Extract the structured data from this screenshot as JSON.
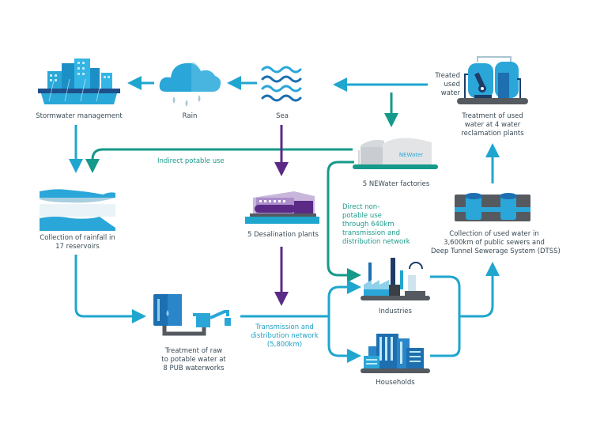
{
  "colors": {
    "blue_flow": "#1fa6cf",
    "teal_flow": "#15998a",
    "purple_flow": "#5b2a86",
    "dark_blue": "#1d5fa8",
    "grey_base": "#555a60"
  },
  "nodes": {
    "stormwater": {
      "label": "Stormwater management",
      "icon": "city-buildings-icon"
    },
    "rain": {
      "label": "Rain",
      "icon": "rain-cloud-icon"
    },
    "sea": {
      "label": "Sea",
      "icon": "sea-waves-icon"
    },
    "reclamation": {
      "label_lines": [
        "Treatment of used",
        "water at 4 water",
        "reclamation plants"
      ],
      "icon": "water-reclamation-plant-icon"
    },
    "newater": {
      "label": "5 NEWater factories",
      "icon": "newater-factory-icon",
      "tank_text": "NEWater"
    },
    "reservoirs": {
      "label_lines": [
        "Collection of rainfall in",
        "17 reservoirs"
      ],
      "icon": "reservoir-icon"
    },
    "desalination": {
      "label": "5 Desalination plants",
      "icon": "desalination-plant-icon"
    },
    "sewers": {
      "label_lines": [
        "Collection of used water in",
        "3,600km of public sewers and",
        "Deep Tunnel Sewerage System (DTSS)"
      ],
      "icon": "sewer-pipes-icon"
    },
    "industries": {
      "label": "Industries",
      "icon": "factory-icon"
    },
    "households": {
      "label": "Households",
      "icon": "apartment-buildings-icon"
    },
    "waterworks": {
      "label_lines": [
        "Treatment of raw",
        "to potable water at",
        "8 PUB waterworks"
      ],
      "icon": "water-tank-tap-icon"
    }
  },
  "flow_labels": {
    "treated_used_water": [
      "Treated",
      "used",
      "water"
    ],
    "indirect_potable": "Indirect potable use",
    "direct_non_potable": [
      "Direct non-",
      "potable use",
      "through 640km",
      "transmission and",
      "distribution network"
    ],
    "transmission": [
      "Transmission and",
      "distribution network",
      "(5,800km)"
    ]
  }
}
